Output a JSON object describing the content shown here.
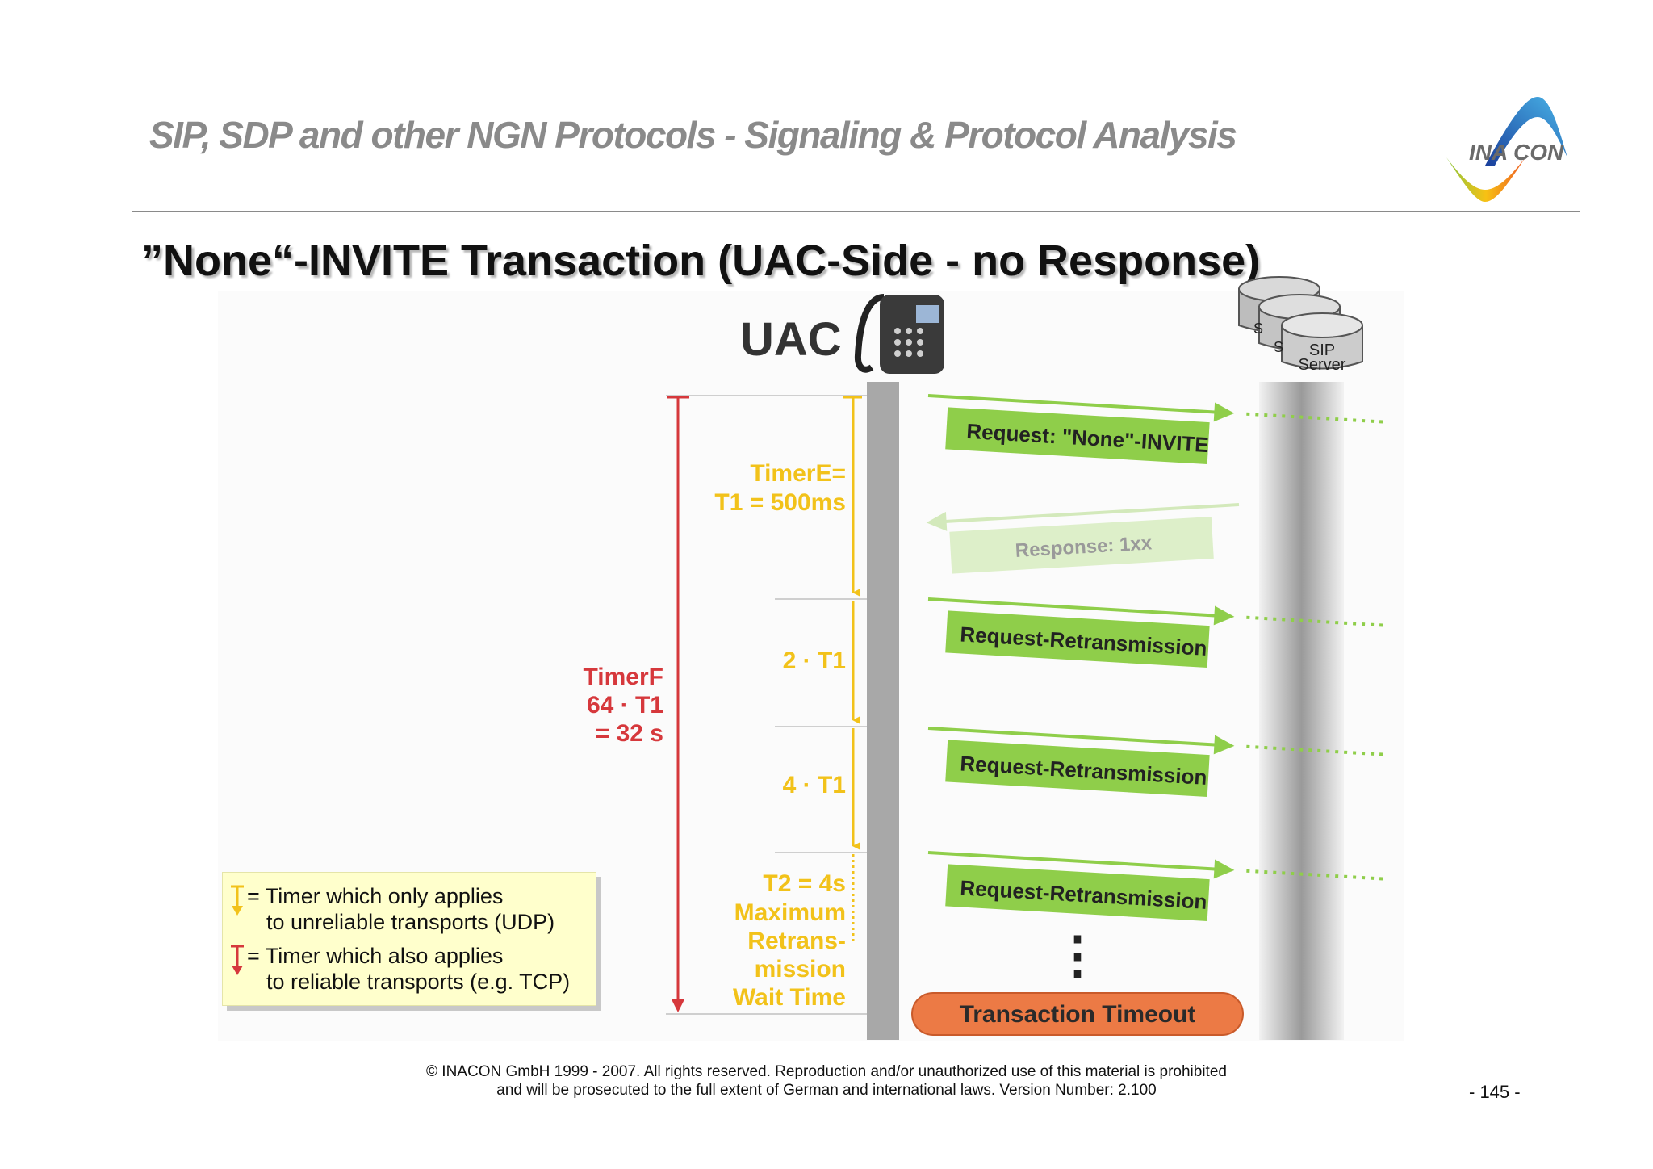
{
  "header": {
    "title": "SIP, SDP and other NGN Protocols - Signaling & Protocol Analysis",
    "logo_text_left": "INA",
    "logo_text_right": "CON"
  },
  "slide": {
    "title": "”None“-INVITE Transaction (UAC-Side - no Response)"
  },
  "diagram": {
    "uac_label": "UAC",
    "server_label_line1": "SIP",
    "server_label_line2": "Server",
    "server_stack_letters": [
      "S",
      "S"
    ],
    "messages": [
      {
        "label": "Request: \"None\"-INVITE"
      },
      {
        "label": "Response: 1xx"
      },
      {
        "label": "Request-Retransmission"
      },
      {
        "label": "Request-Retransmission"
      },
      {
        "label": "Request-Retransmission"
      }
    ],
    "continuation": "⋮",
    "timeout_label": "Transaction Timeout",
    "timer_e_line1": "TimerE=",
    "timer_e_line2": "T1 = 500ms",
    "timer_2t1": "2 · T1",
    "timer_4t1": "4 · T1",
    "timer_t2_lines": [
      "T2 = 4s",
      "Maximum",
      "Retrans-",
      "mission",
      "Wait Time"
    ],
    "timer_f_lines": [
      "TimerF",
      "64 · T1",
      "= 32 s"
    ],
    "colors": {
      "yellow": "#f2c21a",
      "red": "#d6383c",
      "green": "#8fce4a",
      "orange": "#ec7a45",
      "gray": "#a8a8a8"
    }
  },
  "legend": {
    "udp_line1": "= Timer which only applies",
    "udp_line2": "to unreliable transports (UDP)",
    "tcp_line1": "= Timer which also applies",
    "tcp_line2": "to reliable transports (e.g. TCP)"
  },
  "footer": {
    "copyright_line1": "© INACON GmbH 1999 - 2007.  All rights reserved. Reproduction and/or unauthorized use of this material is prohibited",
    "copyright_line2": "and will be prosecuted to the full extent of German and international laws. Version Number: 2.100",
    "page_number": "- 145 -"
  }
}
